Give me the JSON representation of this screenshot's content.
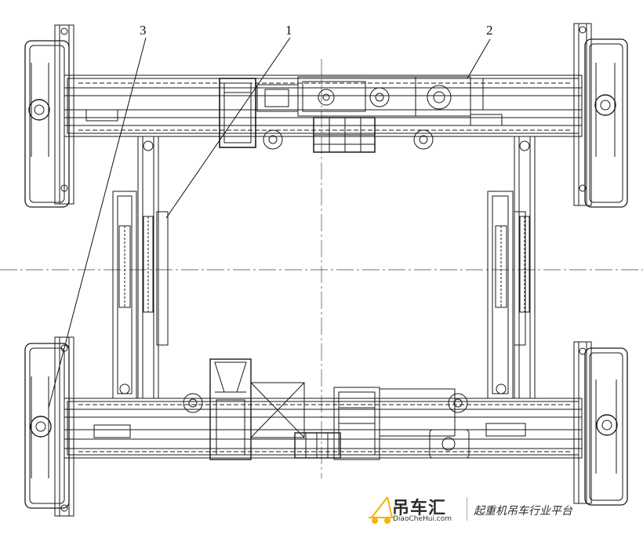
{
  "labels": {
    "one": "1",
    "two": "2",
    "three": "3"
  },
  "watermark": {
    "brand_cn": "吊车汇",
    "brand_en": "DiaoCheHui.com",
    "slogan": "起重机吊车行业平台"
  },
  "colors": {
    "line": "#1a1a1a",
    "brand_accent": "#f2b500"
  }
}
